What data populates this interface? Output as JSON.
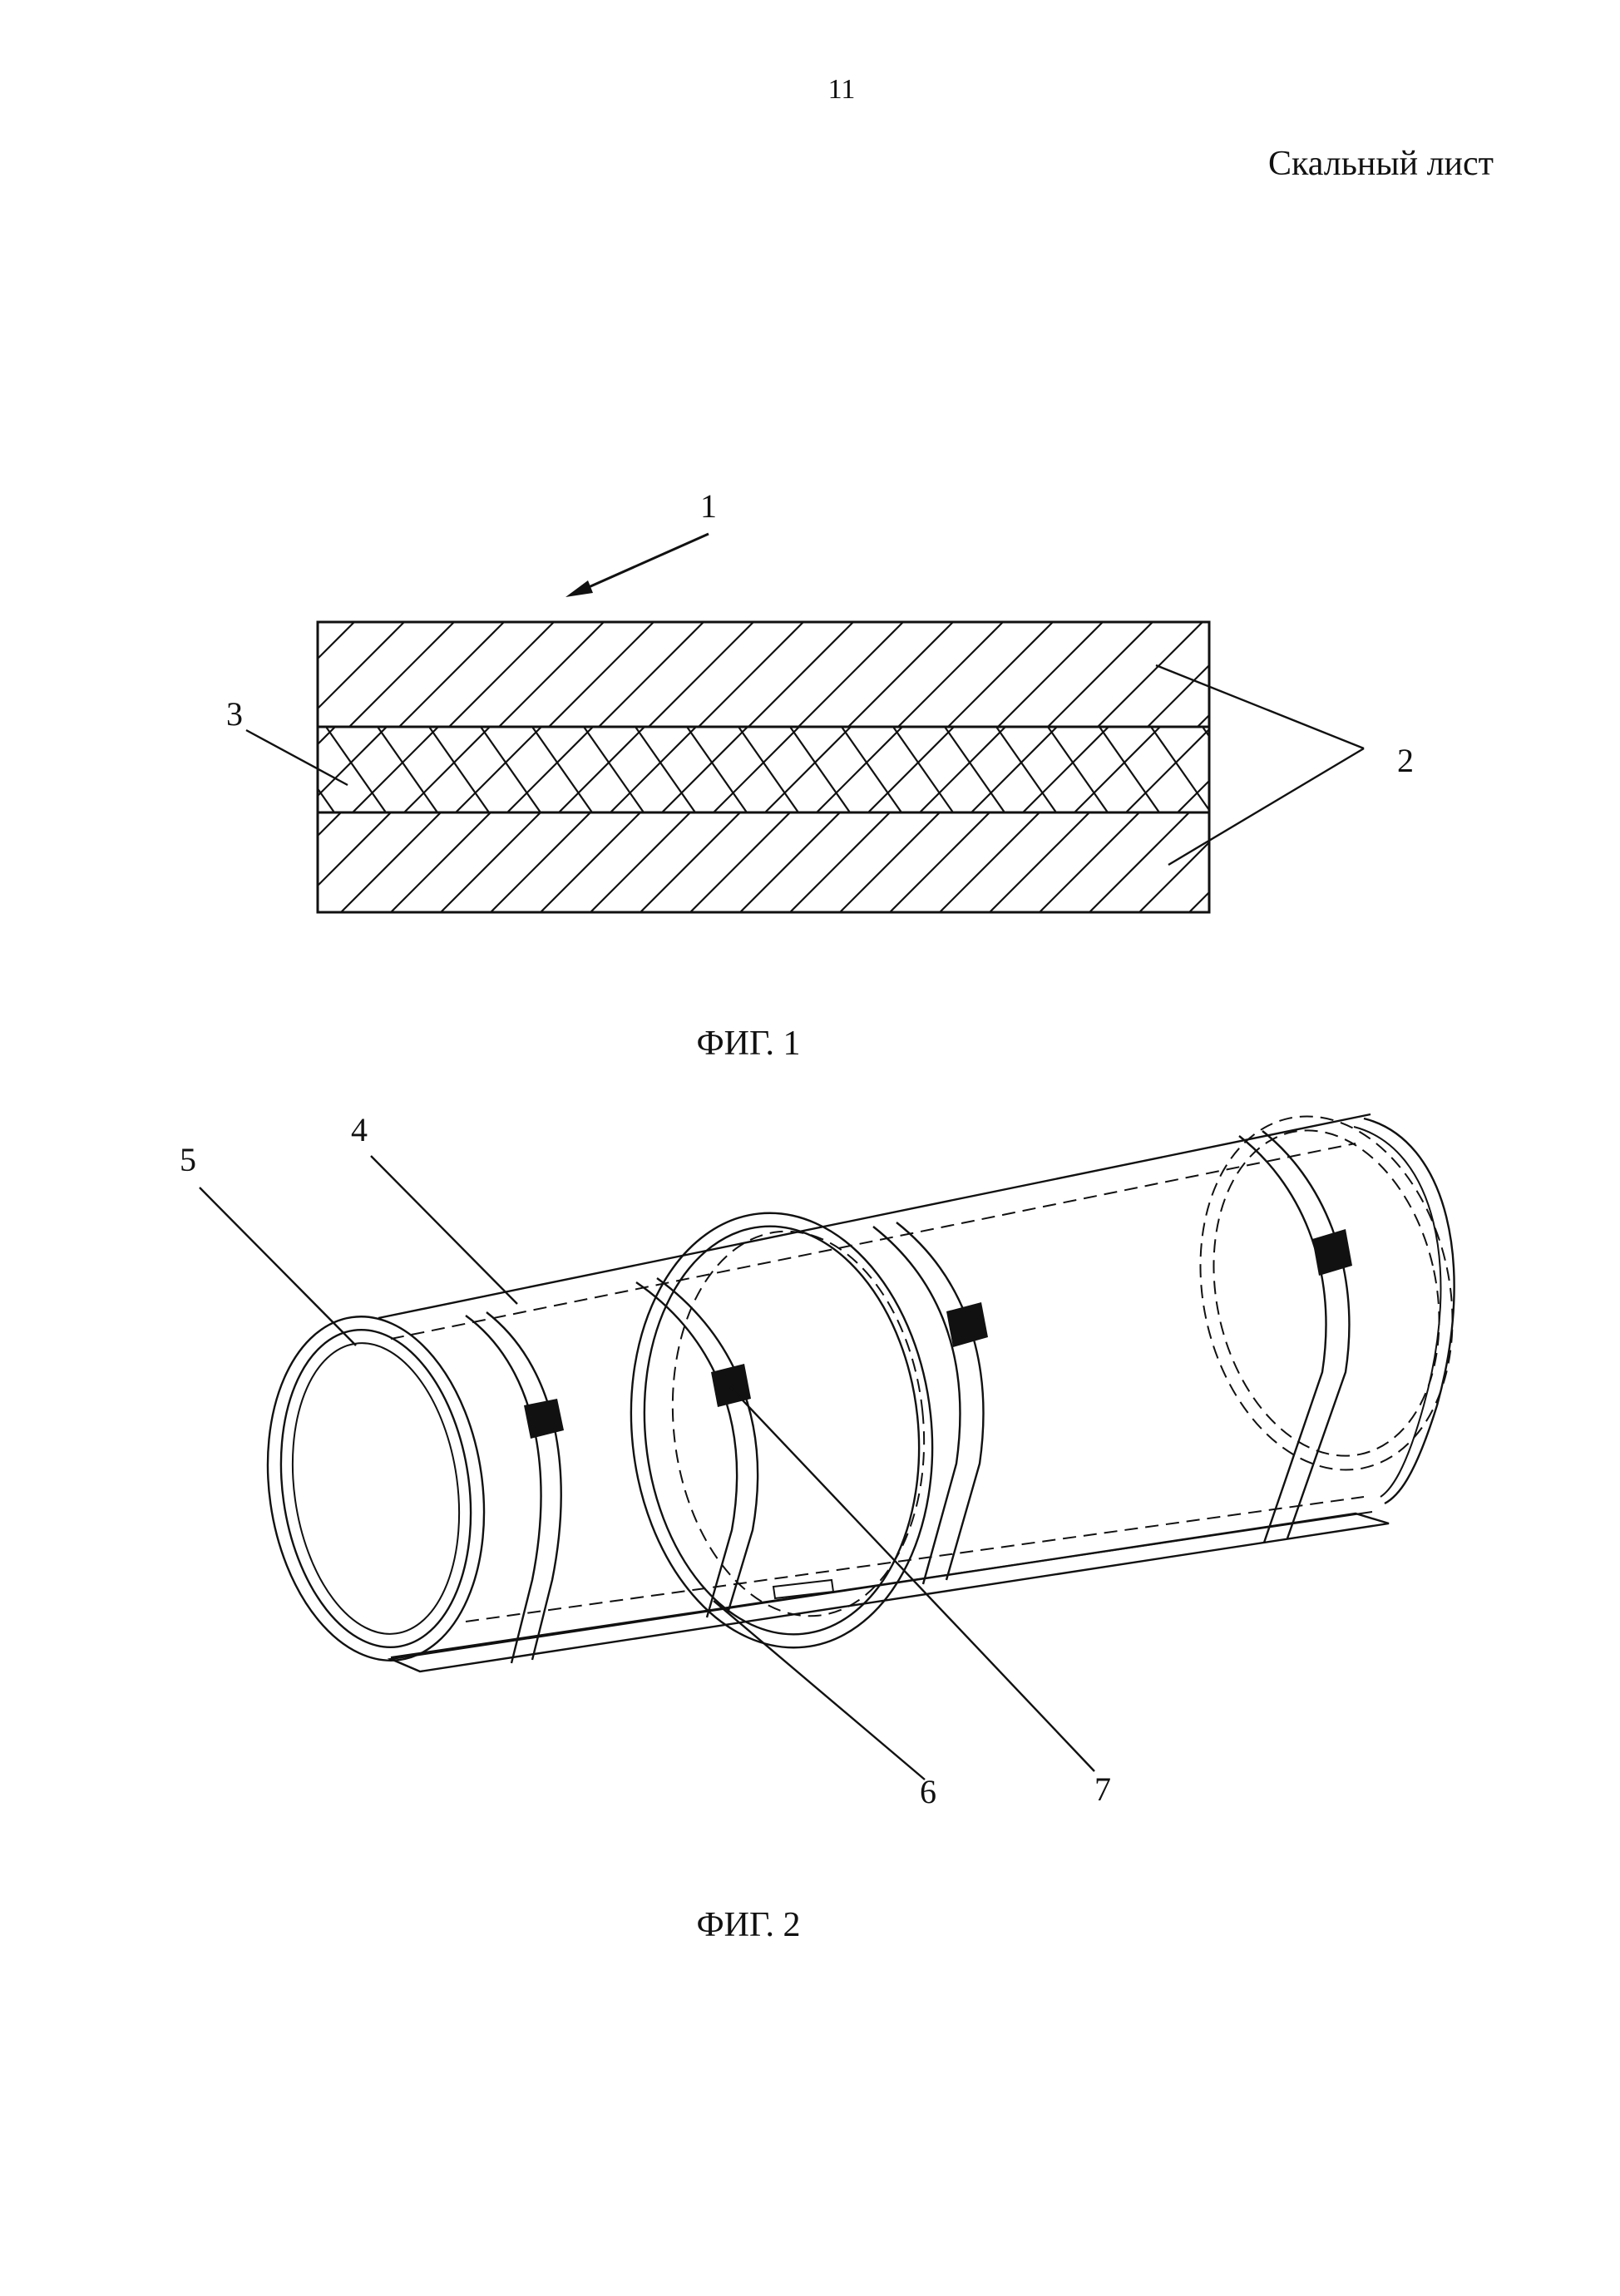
{
  "page": {
    "number": "11",
    "header": "Скальный лист"
  },
  "figure1": {
    "caption": "ФИГ. 1",
    "labels": {
      "l1": "1",
      "l2": "2",
      "l3": "3"
    }
  },
  "figure2": {
    "caption": "ФИГ. 2",
    "labels": {
      "l4": "4",
      "l5": "5",
      "l6": "6",
      "l7": "7"
    }
  },
  "colors": {
    "ink": "#111111",
    "paper": "#ffffff"
  }
}
